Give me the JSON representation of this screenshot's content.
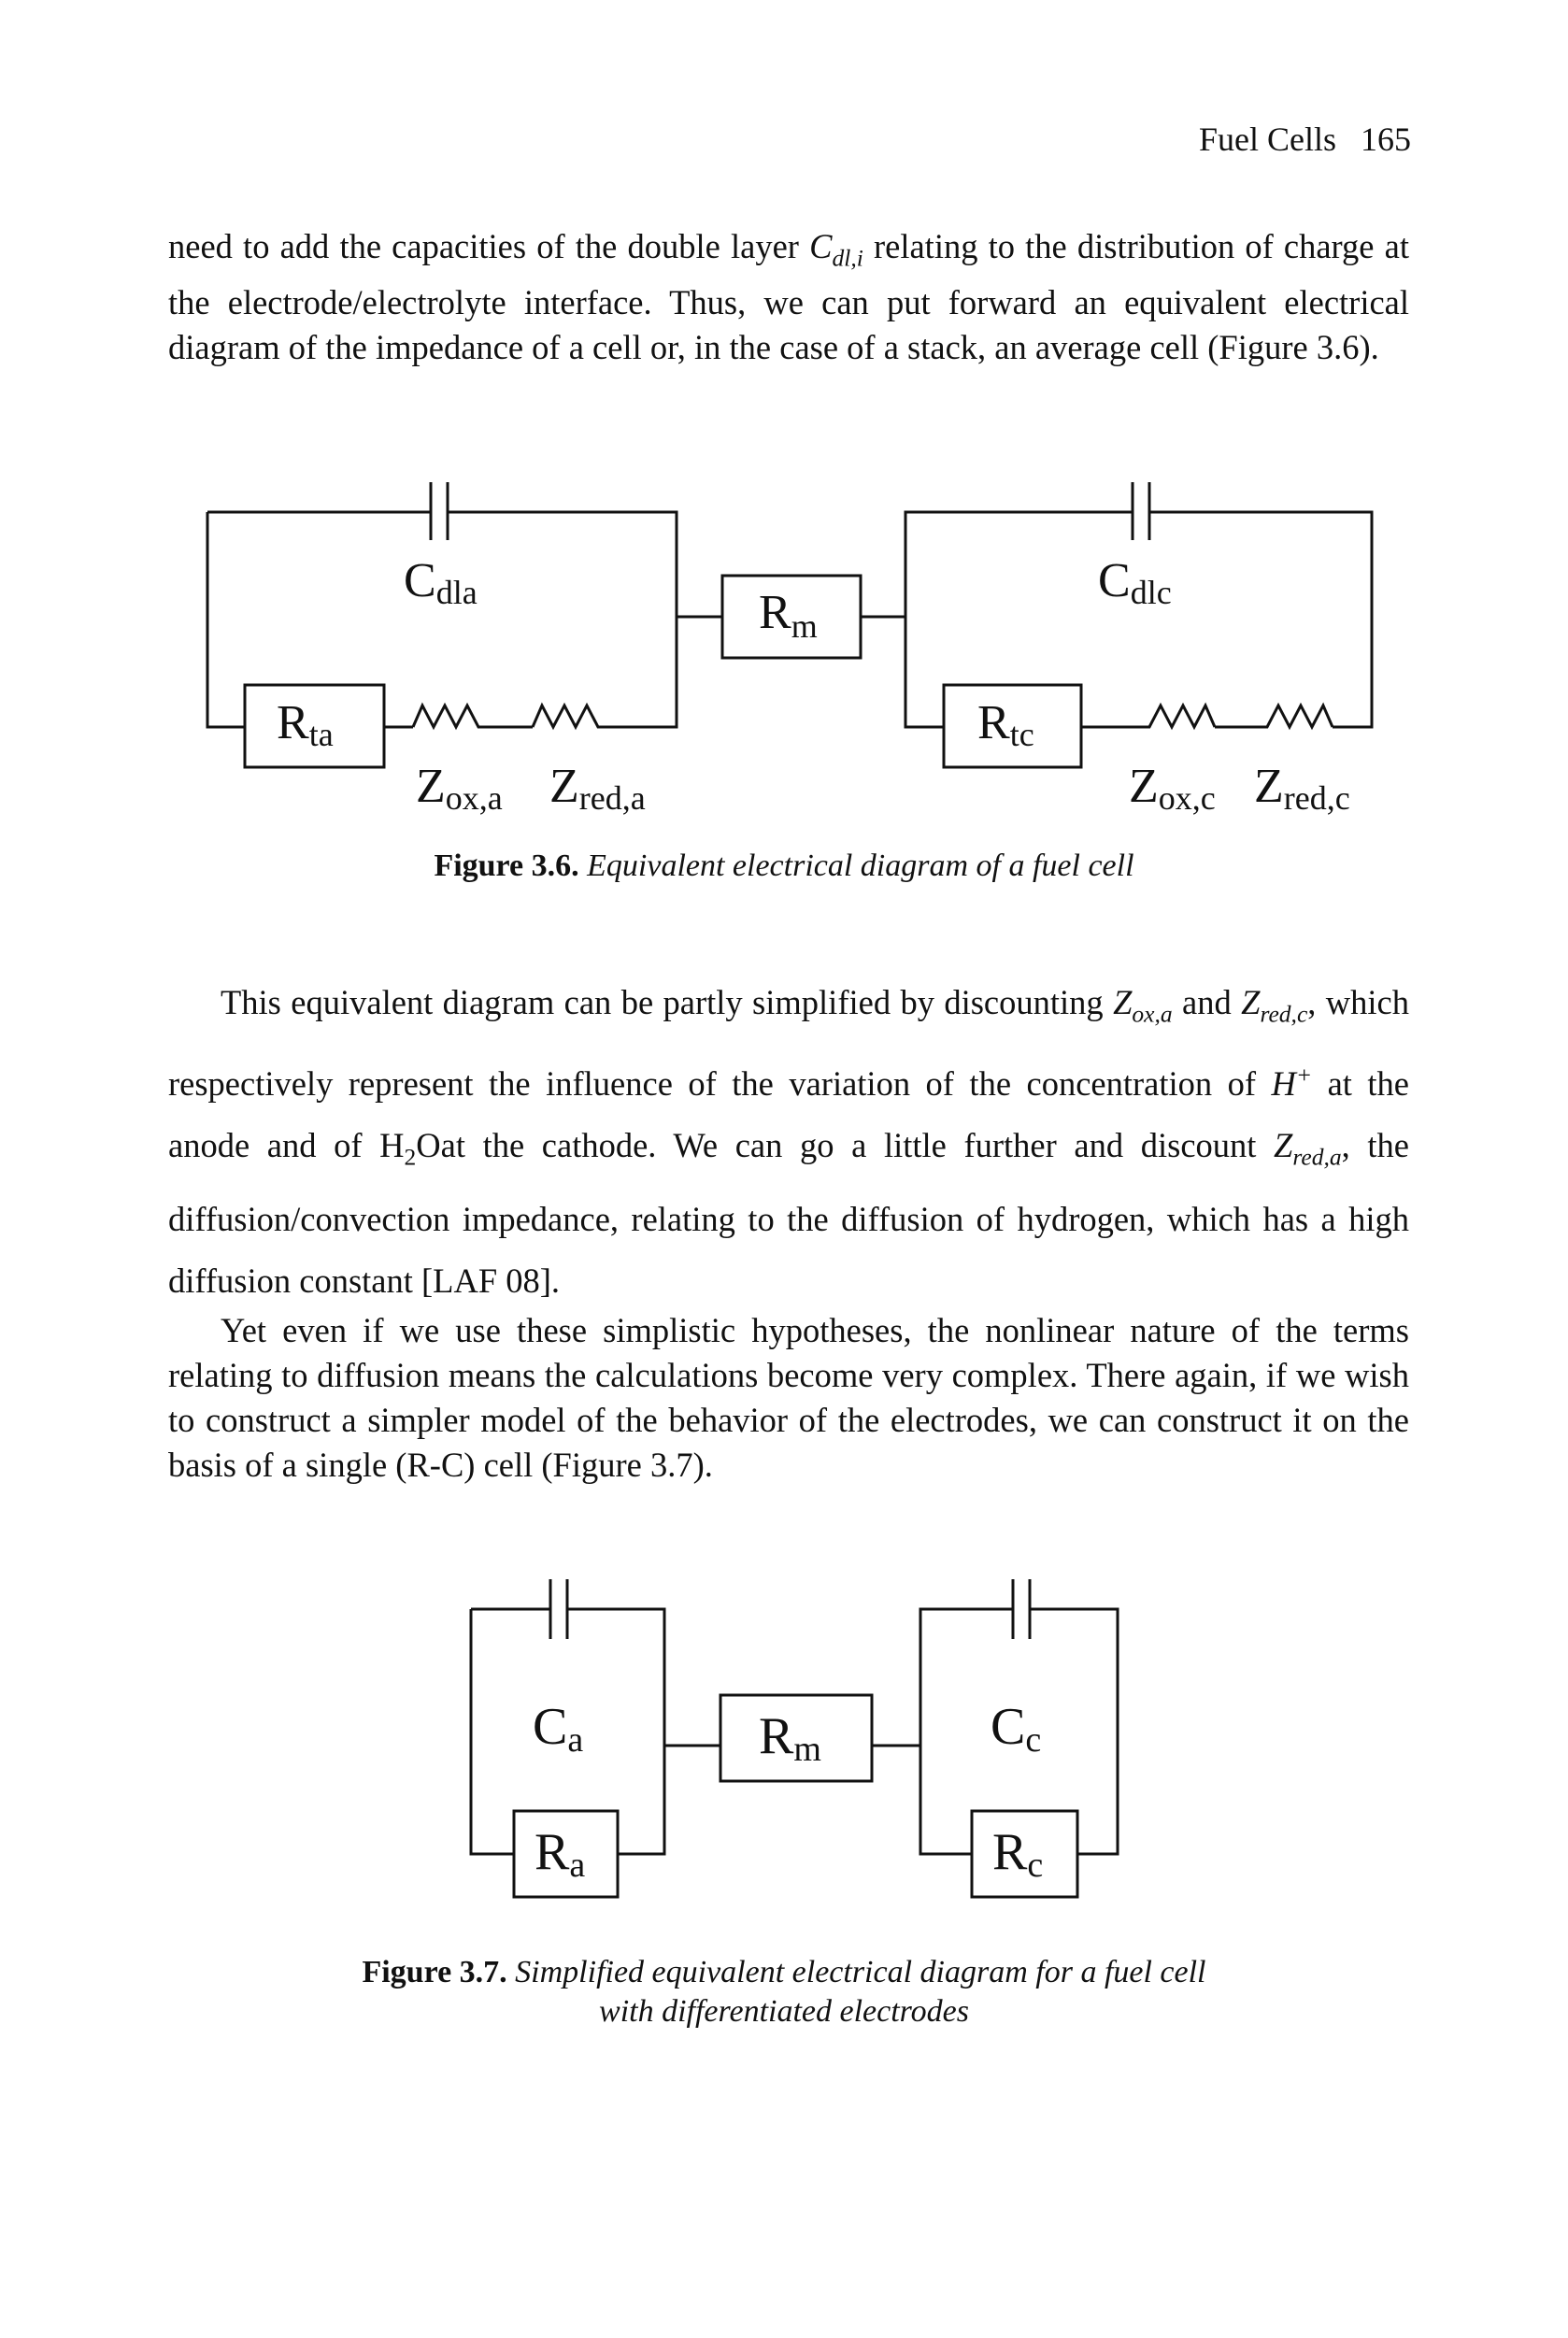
{
  "header": {
    "title": "Fuel Cells",
    "page_number": "165"
  },
  "para1": {
    "before": "need to add the capacities of the double layer ",
    "var_base": "C",
    "var_sub": "dl,i",
    "after": " relating to the distribution of charge at the electrode/electrolyte interface. Thus, we can put forward an equivalent electrical diagram of the impedance of a cell or, in the case of a stack, an average cell (Figure 3.6)."
  },
  "figure1": {
    "labels": {
      "cdla_base": "C",
      "cdla_sub": "dla",
      "cdlc_base": "C",
      "cdlc_sub": "dlc",
      "rm_base": "R",
      "rm_sub": "m",
      "rta_base": "R",
      "rta_sub": "ta",
      "rtc_base": "R",
      "rtc_sub": "tc",
      "zoxa_base": "Z",
      "zoxa_sub": "ox,a",
      "zreda_base": "Z",
      "zreda_sub": "red,a",
      "zoxc_base": "Z",
      "zoxc_sub": "ox,c",
      "zredc_base": "Z",
      "zredc_sub": "red,c"
    },
    "caption_label": "Figure 3.6.",
    "caption_text": "Equivalent electrical diagram of a fuel cell"
  },
  "para2": {
    "t1": "This equivalent diagram can be partly simplified by discounting ",
    "z1_base": "Z",
    "z1_sub": "ox,a",
    "t2": " and ",
    "z2_base": "Z",
    "z2_sub": "red,c",
    "t3": ", which respectively represent the influence of the variation of the concentration of ",
    "h_base": "H",
    "h_sup": "+",
    "t4": " at the anode and of ",
    "h2o_a": "H",
    "h2o_sub": "2",
    "h2o_b": "O",
    "t5": "at the cathode. We can go a little further and discount ",
    "z3_base": "Z",
    "z3_sub": "red,a",
    "t6": ", the diffusion/convection impedance, relating to the diffusion of hydrogen, which has a high diffusion constant [LAF 08]."
  },
  "para3": {
    "text": "Yet even if we use these simplistic hypotheses, the nonlinear nature of the terms relating to diffusion means the calculations become very complex. There again, if we wish to construct a simpler model of the behavior of the electrodes, we can construct it on the basis of a single (R-C) cell (Figure 3.7)."
  },
  "figure2": {
    "labels": {
      "ca_base": "C",
      "ca_sub": "a",
      "cc_base": "C",
      "cc_sub": "c",
      "rm_base": "R",
      "rm_sub": "m",
      "ra_base": "R",
      "ra_sub": "a",
      "rc_base": "R",
      "rc_sub": "c"
    },
    "caption_label": "Figure 3.7.",
    "caption_line1": "Simplified equivalent electrical diagram for a fuel cell",
    "caption_line2": "with differentiated electrodes"
  }
}
